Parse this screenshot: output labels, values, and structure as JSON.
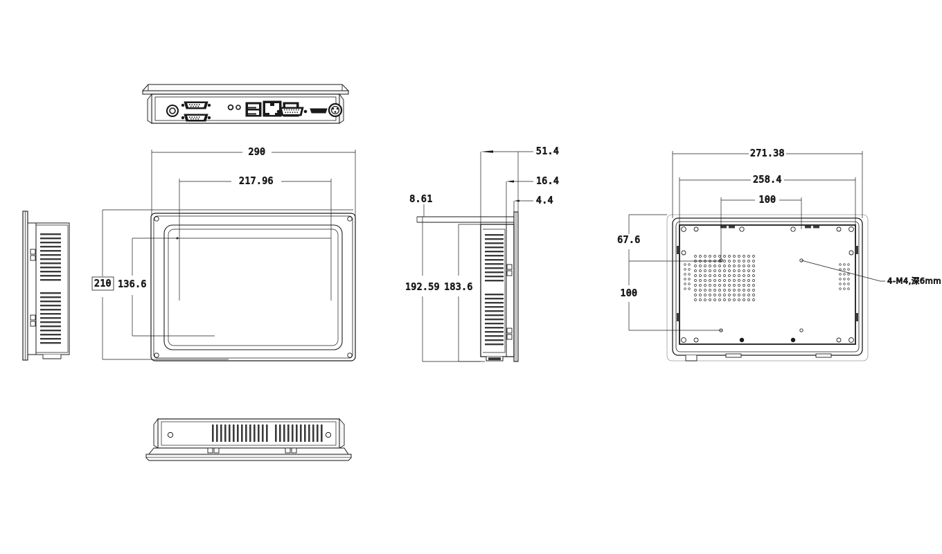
{
  "drawing": {
    "title": "Industrial Panel PC Mechanical Outline Drawing",
    "background_color": "#ffffff",
    "line_color": "#1a1a1a",
    "units": "mm"
  },
  "views": {
    "top": {
      "name": "Top I/O View",
      "ports": [
        "audio-jack",
        "db9-serial-com1",
        "db9-serial-com2",
        "round-port-1",
        "round-port-2",
        "usb-stack-1",
        "rj45-ethernet",
        "usb-stack-2",
        "vga-db15",
        "hdmi",
        "dc-power-din"
      ]
    },
    "left": {
      "name": "Left Side Profile View"
    },
    "front": {
      "name": "Front View"
    },
    "side": {
      "name": "Right Side Section View"
    },
    "rear": {
      "name": "Rear View"
    },
    "bottom": {
      "name": "Bottom View"
    }
  },
  "dimensions": {
    "front_width": "290",
    "front_screen_width": "217.96",
    "front_height": "210",
    "front_screen_height": "136.6",
    "side_depth_total": "51.4",
    "side_depth_body": "16.4",
    "side_bezel": "4.4",
    "side_front_thickness": "8.61",
    "side_height_total": "192.59",
    "side_height_body": "183.6",
    "rear_width_outer": "271.38",
    "rear_width_inner": "258.4",
    "rear_vesa_horizontal": "100",
    "rear_top_offset": "67.6",
    "rear_vesa_vertical": "100"
  },
  "annotations": {
    "vesa_note": "4-M4,深6mm"
  }
}
